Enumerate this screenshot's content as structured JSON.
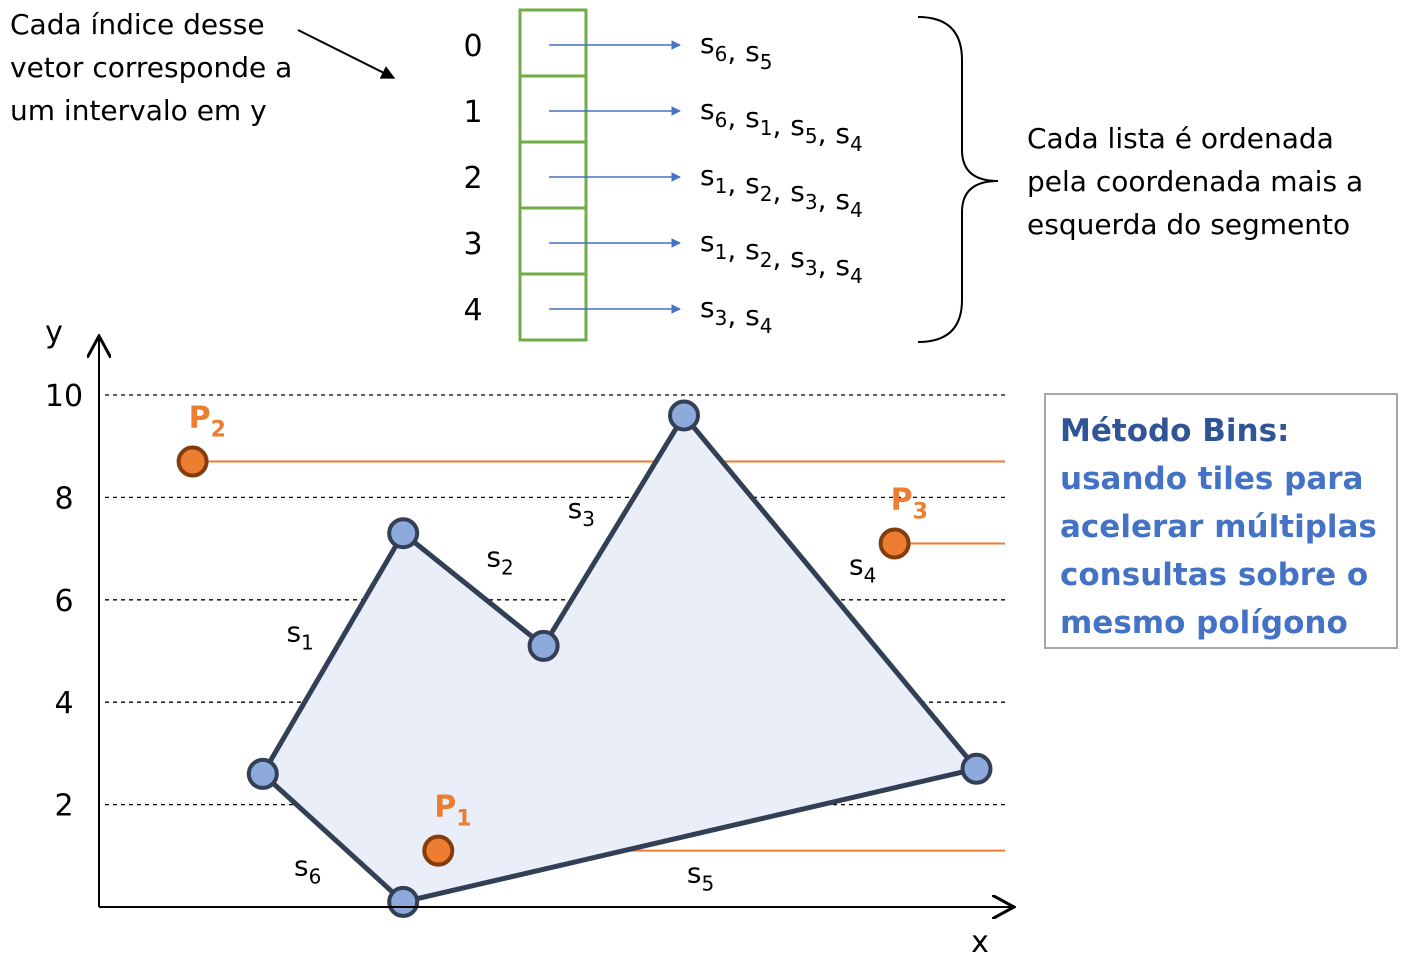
{
  "notes": {
    "left": "Cada índice desse\nvetor corresponde a\num intervalo em y",
    "right": "Cada lista é ordenada\npela coordenada mais a\nesquerda do segmento"
  },
  "method": {
    "title": "Método Bins:",
    "body": "usando tiles para\nacelerar múltiplas\nconsultas sobre o\nmesmo polígono"
  },
  "bins": [
    {
      "index": "0",
      "segments": [
        "6",
        "5"
      ]
    },
    {
      "index": "1",
      "segments": [
        "6",
        "1",
        "5",
        "4"
      ]
    },
    {
      "index": "2",
      "segments": [
        "1",
        "2",
        "3",
        "4"
      ]
    },
    {
      "index": "3",
      "segments": [
        "1",
        "2",
        "3",
        "4"
      ]
    },
    {
      "index": "4",
      "segments": [
        "3",
        "4"
      ]
    }
  ],
  "axes": {
    "x_label": "x",
    "y_label": "y",
    "y_ticks": [
      2,
      4,
      6,
      8,
      10
    ]
  },
  "polygon": {
    "vertices": [
      [
        1.4,
        2.6
      ],
      [
        2.6,
        7.3
      ],
      [
        3.8,
        5.1
      ],
      [
        5.0,
        9.6
      ],
      [
        7.5,
        2.7
      ],
      [
        2.6,
        0.1
      ]
    ],
    "edges": [
      {
        "name": "s",
        "sub": "1",
        "from": 0,
        "to": 1
      },
      {
        "name": "s",
        "sub": "2",
        "from": 1,
        "to": 2
      },
      {
        "name": "s",
        "sub": "3",
        "from": 2,
        "to": 3
      },
      {
        "name": "s",
        "sub": "4",
        "from": 3,
        "to": 4
      },
      {
        "name": "s",
        "sub": "5",
        "from": 4,
        "to": 5
      },
      {
        "name": "s",
        "sub": "6",
        "from": 5,
        "to": 0
      }
    ],
    "fill": "#e9eef9",
    "stroke": "#323f54",
    "vertex_fill": "#8ea9db"
  },
  "query_points": [
    {
      "name": "P",
      "sub": "1",
      "x": 2.9,
      "y": 1.1
    },
    {
      "name": "P",
      "sub": "2",
      "x": 0.8,
      "y": 8.7
    },
    {
      "name": "P",
      "sub": "3",
      "x": 6.8,
      "y": 7.1
    }
  ],
  "colors": {
    "bins_box": "#70ad47",
    "arrow": "#4472c4",
    "query": "#ed7d31",
    "query_stroke": "#843c0c",
    "grid": "#000000"
  }
}
